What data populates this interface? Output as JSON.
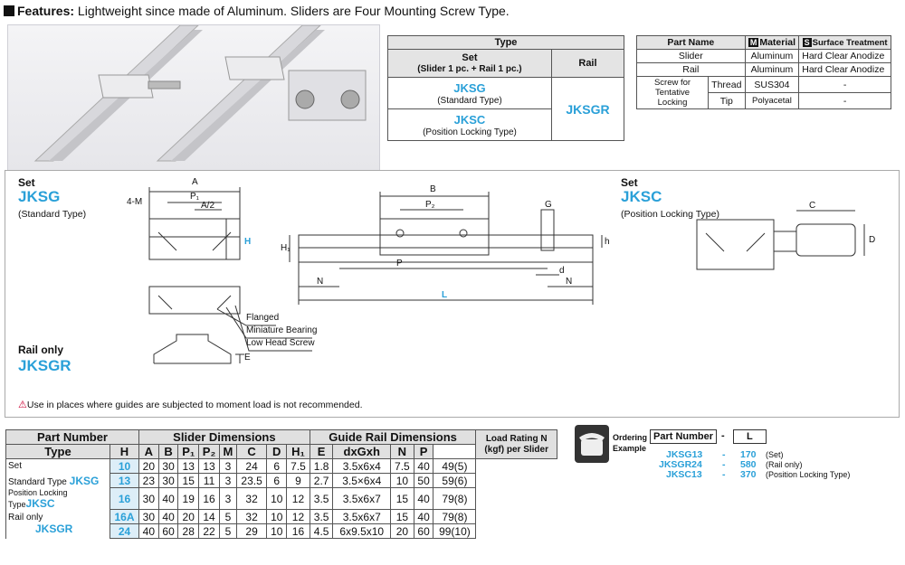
{
  "header": {
    "bold": "Features:",
    "text": " Lightweight since made of Aluminum. Sliders are Four Mounting Screw Type."
  },
  "type_table": {
    "title": "Type",
    "col_set": "Set",
    "col_set_sub": "(Slider 1 pc. + Rail 1 pc.)",
    "col_rail": "Rail",
    "rows": [
      {
        "code": "JKSG",
        "desc": "(Standard Type)"
      },
      {
        "code": "JKSC",
        "desc": "(Position Locking Type)"
      }
    ],
    "rail_code": "JKSGR"
  },
  "parts_table": {
    "h_part": "Part Name",
    "h_mat_badge": "M",
    "h_mat": "Material",
    "h_surf_badge": "S",
    "h_surf": "Surface Treatment",
    "rows": [
      {
        "name": "Slider",
        "material": "Aluminum",
        "surface": "Hard Clear Anodize"
      },
      {
        "name": "Rail",
        "material": "Aluminum",
        "surface": "Hard Clear Anodize"
      }
    ],
    "screw_label": "Screw for Tentative Locking",
    "screw_rows": [
      {
        "sub": "Thread",
        "material": "SUS304",
        "surface": "-"
      },
      {
        "sub": "Tip",
        "material": "Polyacetal",
        "surface": "-"
      }
    ]
  },
  "drawings": {
    "set_label": "Set",
    "jksg": "JKSG",
    "jksg_desc": "(Standard Type)",
    "jksc_set": "Set",
    "jksc": "JKSC",
    "jksc_desc": "(Position Locking Type)",
    "rail_only": "Rail only",
    "jksgr": "JKSGR",
    "dims": {
      "A": "A",
      "P1": "P₁",
      "A2": "A/2",
      "M4": "4-M",
      "H": "H",
      "B": "B",
      "P2": "P₂",
      "G": "G",
      "H1": "H₁",
      "h": "h",
      "P": "P",
      "d": "d",
      "N": "N",
      "L": "L",
      "C": "C",
      "D": "D",
      "E": "E"
    },
    "callouts": [
      "Flanged",
      "Miniature Bearing",
      "Low Head Screw"
    ]
  },
  "note": "Use in places where guides are subjected to moment load is not recommended.",
  "dim_table": {
    "h_part": "Part Number",
    "h_slider": "Slider Dimensions",
    "h_guide": "Guide Rail Dimensions",
    "h_load": "Load Rating N",
    "h_load2": "(kgf) per Slider",
    "h_type": "Type",
    "cols": [
      "H",
      "A",
      "B",
      "P₁",
      "P₂",
      "M",
      "C",
      "D",
      "H₁",
      "E",
      "dxGxh",
      "N",
      "P"
    ],
    "type_labels": [
      "Set",
      "Standard Type",
      "Position Locking Type",
      "Rail only"
    ],
    "type_codes": [
      "JKSG",
      "JKSC",
      "JKSGR"
    ],
    "rows": [
      [
        "10",
        "20",
        "30",
        "13",
        "13",
        "3",
        "24",
        "6",
        "7.5",
        "1.8",
        "3.5x6x4",
        "7.5",
        "40",
        "49(5)"
      ],
      [
        "13",
        "23",
        "30",
        "15",
        "11",
        "3",
        "23.5",
        "6",
        "9",
        "2.7",
        "3.5×6x4",
        "10",
        "50",
        "59(6)"
      ],
      [
        "16",
        "30",
        "40",
        "19",
        "16",
        "3",
        "32",
        "10",
        "12",
        "3.5",
        "3.5x6x7",
        "15",
        "40",
        "79(8)"
      ],
      [
        "16A",
        "30",
        "40",
        "20",
        "14",
        "5",
        "32",
        "10",
        "12",
        "3.5",
        "3.5x6x7",
        "15",
        "40",
        "79(8)"
      ],
      [
        "24",
        "40",
        "60",
        "28",
        "22",
        "5",
        "29",
        "10",
        "16",
        "4.5",
        "6x9.5x10",
        "20",
        "60",
        "99(10)"
      ]
    ]
  },
  "ordering": {
    "label1": "Ordering",
    "label2": "Example",
    "h_part": "Part Number",
    "h_dash": "-",
    "h_L": "L",
    "rows": [
      {
        "pn": "JKSG13",
        "dash": "-",
        "L": "170",
        "note": "(Set)"
      },
      {
        "pn": "JKSGR24",
        "dash": "-",
        "L": "580",
        "note": "(Rail only)"
      },
      {
        "pn": "JKSC13",
        "dash": "-",
        "L": "370",
        "note": "(Position Locking Type)"
      }
    ]
  }
}
